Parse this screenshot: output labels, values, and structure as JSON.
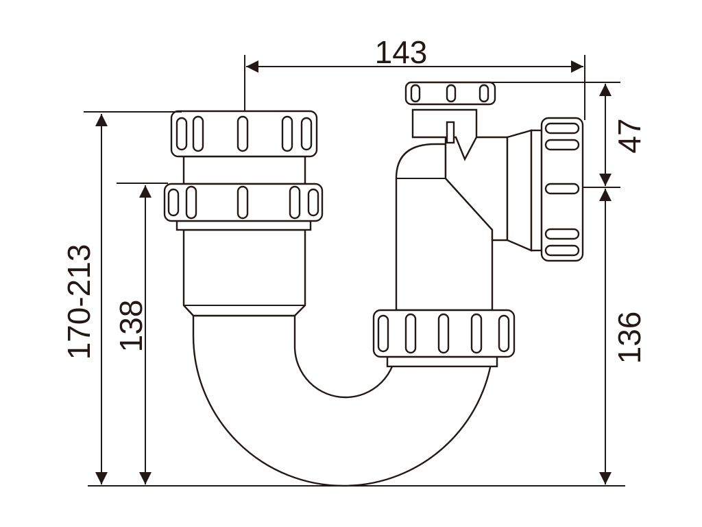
{
  "diagram": {
    "dimensions": {
      "top_width": "143",
      "outlet_height": "47",
      "outlet_to_base": "136",
      "inlet_height": "138",
      "total_height_range": "170-213"
    },
    "colors": {
      "line": "#231815",
      "background": "#ffffff"
    }
  }
}
